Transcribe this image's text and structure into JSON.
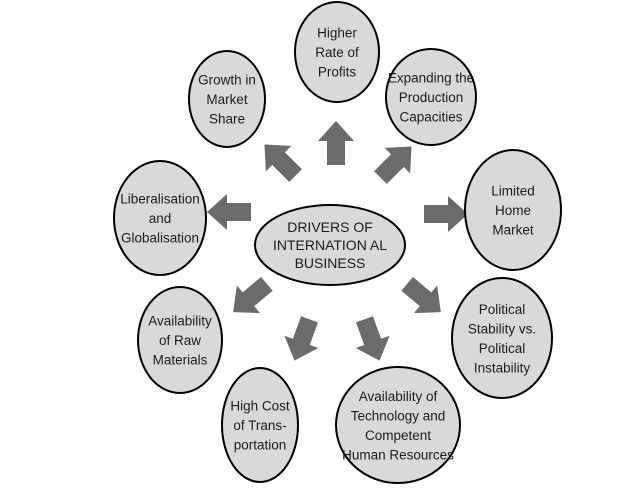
{
  "diagram": {
    "title_lines": [
      "DRIVERS OF",
      "INTERNATION AL",
      "BUSINESS"
    ],
    "colors": {
      "node_fill": "#d9d9d9",
      "node_stroke": "#000000",
      "arrow_fill": "#6b6b6b",
      "text": "#1f1a17"
    },
    "drivers": [
      {
        "id": "higher-rate-of-profits",
        "lines": [
          "Higher",
          "Rate of",
          "Profits"
        ]
      },
      {
        "id": "expanding-production-capacities",
        "lines": [
          "Expanding the",
          "Production",
          "Capacities"
        ]
      },
      {
        "id": "limited-home-market",
        "lines": [
          "Limited",
          "Home",
          "Market"
        ]
      },
      {
        "id": "political-stability",
        "lines": [
          "Political",
          "Stability vs.",
          "Political",
          "Instability"
        ]
      },
      {
        "id": "availability-of-technology",
        "lines": [
          "Availability of",
          "Technology and",
          "Competent",
          "Human Resources"
        ]
      },
      {
        "id": "high-cost-of-transportation",
        "lines": [
          "High Cost",
          "of Trans-",
          "portation"
        ]
      },
      {
        "id": "availability-of-raw-materials",
        "lines": [
          "Availability",
          "of Raw",
          "Materials"
        ]
      },
      {
        "id": "liberalisation-and-globalisation",
        "lines": [
          "Liberalisation",
          "and",
          "Globalisation"
        ]
      },
      {
        "id": "growth-in-market-share",
        "lines": [
          "Growth in",
          "Market",
          "Share"
        ]
      }
    ]
  }
}
